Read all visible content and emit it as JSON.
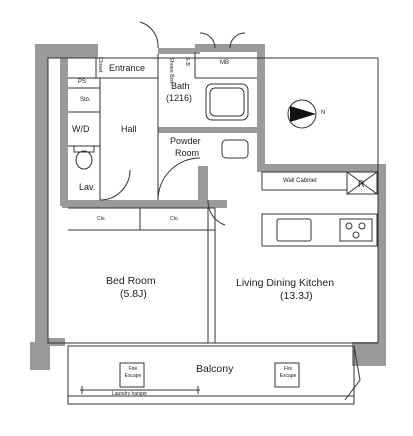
{
  "rooms": {
    "entrance": "Entrance",
    "closet": "Closet",
    "shoes_box": "Shoes Box",
    "sb": "S.B",
    "mb": "MB",
    "ps": "PS",
    "sto": "Sto.",
    "wd": "W/D",
    "hall": "Hall",
    "lav": "Lav.",
    "bath": "Bath",
    "bath_size": "(1216)",
    "powder_room_line1": "Powder",
    "powder_room_line2": "Room",
    "wall_cabinet": "Wall Cabinet",
    "r": "R",
    "clo": "Clo.",
    "bed_room": "Bed Room",
    "bed_room_size": "(5.8J)",
    "ldk": "Living Dining Kitchen",
    "ldk_size": "(13.3J)",
    "balcony": "Balcony",
    "fire_escape_line1": "Fire",
    "fire_escape_line2": "Escape",
    "laundry_hanger": "Laundry hanger"
  },
  "compass": {
    "label": "N"
  },
  "colors": {
    "wall": "#9a9a9a",
    "line": "#333333",
    "background": "#ffffff"
  }
}
